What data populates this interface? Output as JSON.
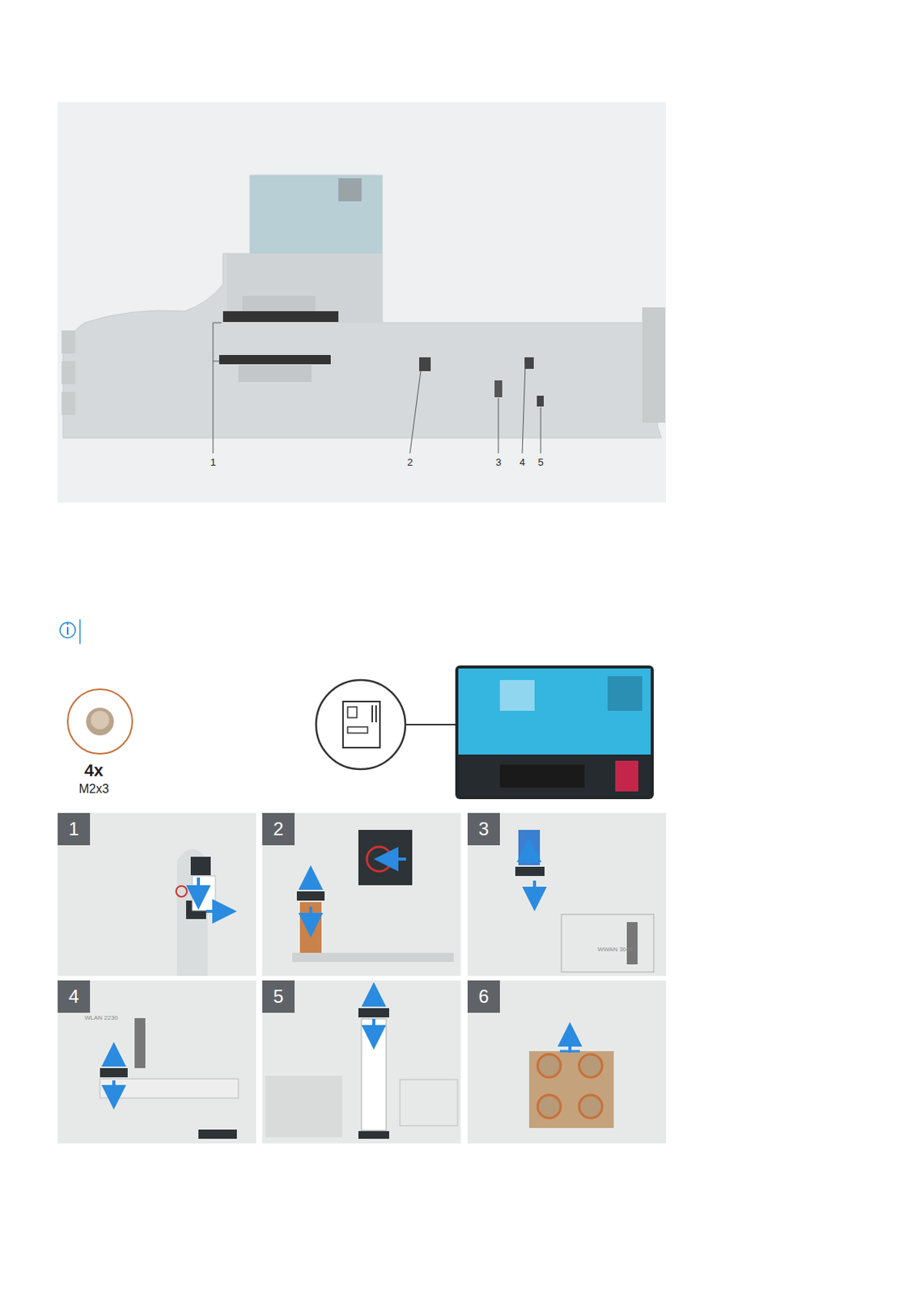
{
  "diagram": {
    "nodes": [
      {
        "text": [
          "1"
        ]
      },
      {
        "text": [
          "2"
        ]
      },
      {
        "text": [
          "3"
        ]
      },
      {
        "text": [
          "4"
        ]
      },
      {
        "text": [
          "5"
        ]
      },
      {
        "text": [
          "6"
        ]
      }
    ],
    "labels": [
      "1",
      "2",
      "3",
      "4",
      "5",
      "4x",
      "M2x3",
      "WWAN 3042",
      "WLAN 2230"
    ]
  }
}
